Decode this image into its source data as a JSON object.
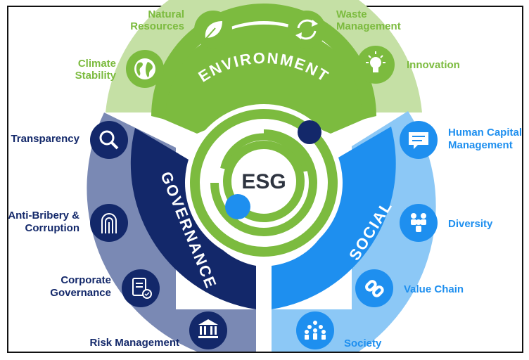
{
  "center_label": "ESG",
  "colors": {
    "env_light": "#c5e0a5",
    "env_dark": "#7cbb3f",
    "gov_light": "#7a89b4",
    "gov_dark": "#13286a",
    "soc_light": "#8cc8f6",
    "soc_dark": "#1e8fef"
  },
  "segments": {
    "environment": {
      "title": "ENVIRONMENT",
      "items": [
        {
          "line1": "Natural",
          "line2": "Resources",
          "icon": "leaf-icon"
        },
        {
          "line1": "Waste",
          "line2": "Management",
          "icon": "recycle-icon"
        },
        {
          "line1": "Climate",
          "line2": "Stability",
          "icon": "globe-icon"
        },
        {
          "line1": "Innovation",
          "line2": "",
          "icon": "lightbulb-icon"
        }
      ]
    },
    "governance": {
      "title": "GOVERNANCE",
      "items": [
        {
          "line1": "Transparency",
          "line2": "",
          "icon": "magnifier-icon"
        },
        {
          "line1": "Anti-Bribery &",
          "line2": "Corruption",
          "icon": "fingerprint-icon"
        },
        {
          "line1": "Corporate",
          "line2": "Governance",
          "icon": "document-check-icon"
        },
        {
          "line1": "Risk Management",
          "line2": "",
          "icon": "bank-icon"
        }
      ]
    },
    "social": {
      "title": "SOCIAL",
      "items": [
        {
          "line1": "Human Capital",
          "line2": "Management",
          "icon": "chat-icon"
        },
        {
          "line1": "Diversity",
          "line2": "",
          "icon": "people-icon"
        },
        {
          "line1": "Value Chain",
          "line2": "",
          "icon": "link-icon"
        },
        {
          "line1": "Society",
          "line2": "",
          "icon": "community-icon"
        }
      ]
    }
  }
}
